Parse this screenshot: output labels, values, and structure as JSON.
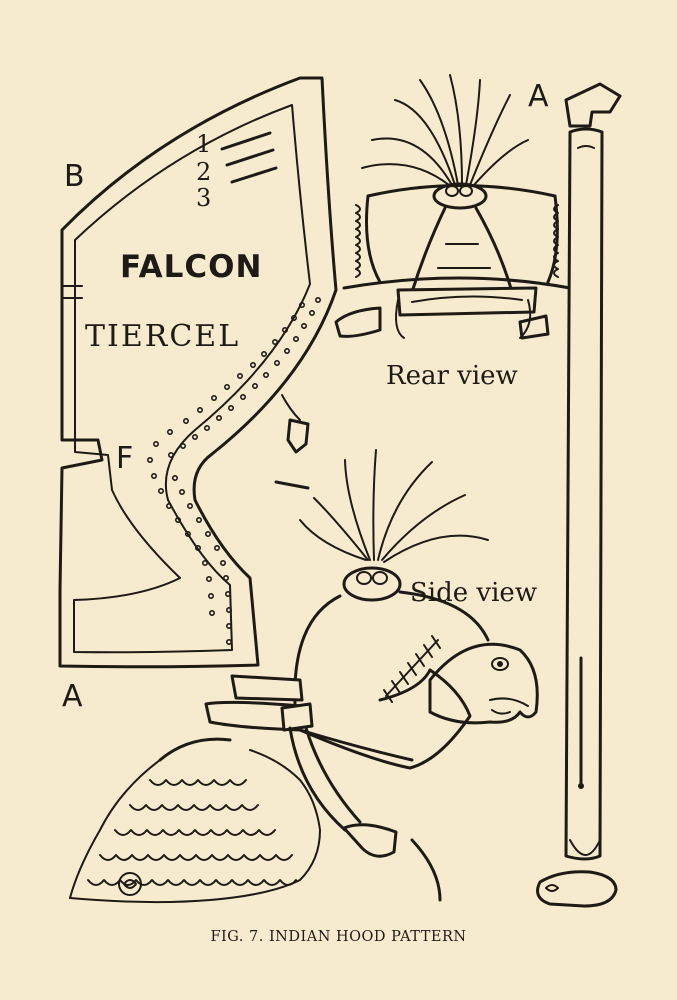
{
  "pattern": {
    "word_falcon": "FALCON",
    "word_tiercel": "TIERCEL",
    "numbers": [
      "1",
      "2",
      "3"
    ]
  },
  "points": {
    "a_top": "A",
    "b": "B",
    "f": "F",
    "a_bottom": "A"
  },
  "views": {
    "rear": "Rear view",
    "side": "Side view"
  },
  "caption": "FIG. 7. INDIAN HOOD PATTERN"
}
